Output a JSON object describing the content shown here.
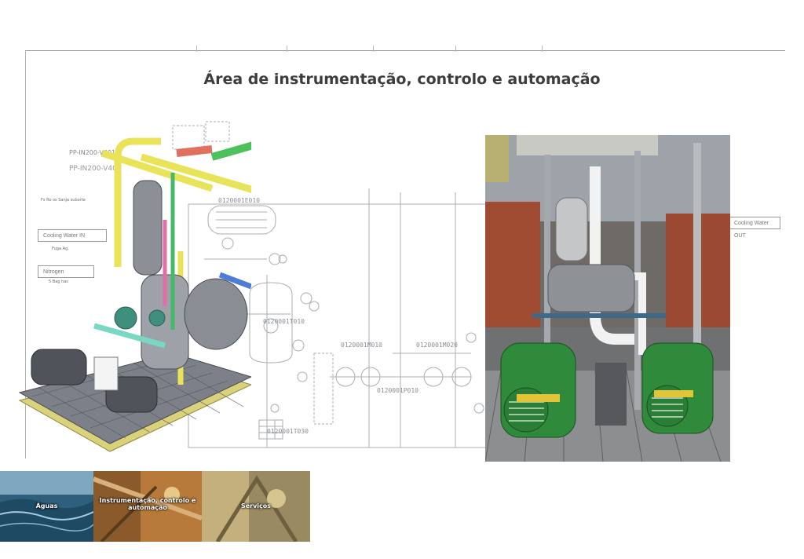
{
  "page": {
    "title": "Área de instrumentação, controlo e automação"
  },
  "diagram": {
    "left_tags": [
      "PP-IN200-V401",
      "PP-IN200-V402"
    ],
    "left_notes": [
      "Fs Ro os Sanja suborte",
      "Cooling Water IN",
      "Nitrogen",
      "Fuga Ag.",
      "5 Bag has"
    ],
    "vessel_tags": [
      "0120001E010",
      "0120001T010",
      "0120001T030",
      "0120001M010",
      "0120001P010",
      "0120001M020"
    ],
    "right_note": "Cooling Water OUT"
  },
  "tiles": [
    {
      "label": "Águas"
    },
    {
      "label": "Instrumentação, controlo e automação"
    },
    {
      "label": "Serviços"
    }
  ]
}
